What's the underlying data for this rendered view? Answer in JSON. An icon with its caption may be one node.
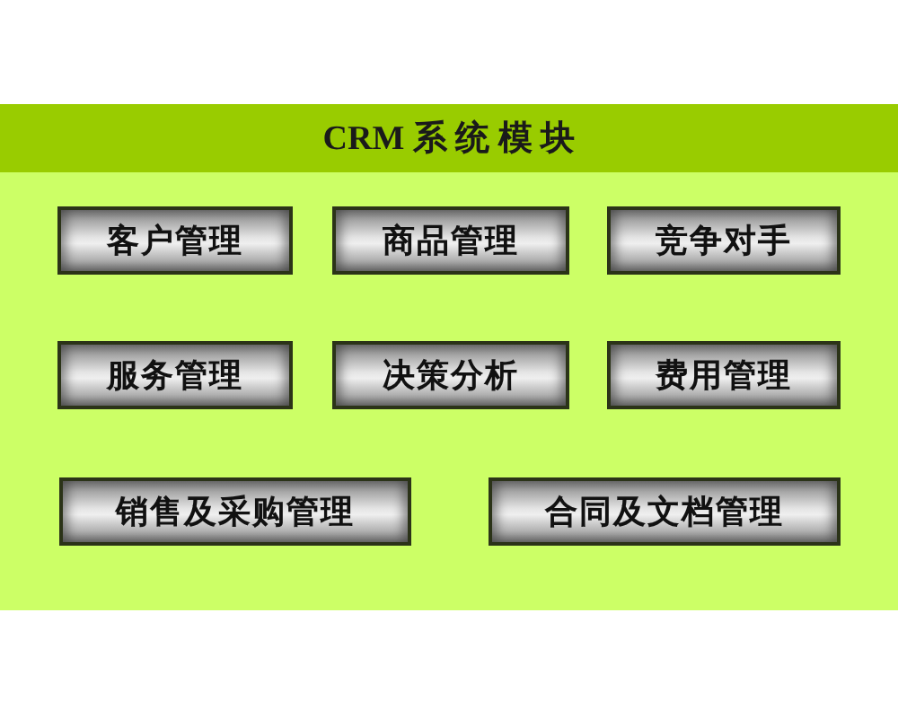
{
  "diagram": {
    "title": "CRM 系 统 模 块",
    "nodes": [
      {
        "text": [
          "客户管理"
        ]
      },
      {
        "text": [
          "商品管理"
        ]
      },
      {
        "text": [
          "竞争对手"
        ]
      },
      {
        "text": [
          "服务管理"
        ]
      },
      {
        "text": [
          "决策分析"
        ]
      },
      {
        "text": [
          "费用管理"
        ]
      },
      {
        "text": [
          "销售及采购管理"
        ]
      },
      {
        "text": [
          "合同及文档管理"
        ]
      }
    ]
  }
}
